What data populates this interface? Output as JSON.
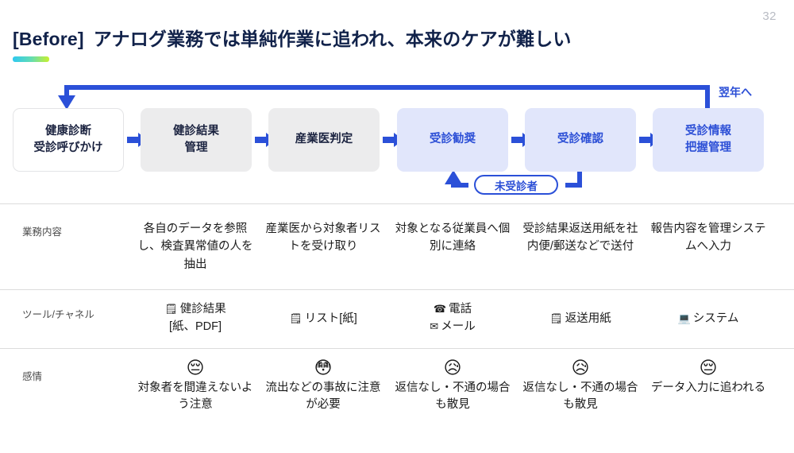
{
  "slide": {
    "page_number": "32",
    "title_tag": "[Before]",
    "title_text": "アナログ業務では単純作業に追われ、本来のケアが難しい",
    "accent_from": "#2ec8f0",
    "accent_to": "#c8f02e"
  },
  "flow": {
    "accent_blue": "#2b50d8",
    "box_blue_fill": "#e1e6fb",
    "box_gray_fill": "#ececed",
    "loop_top_label": "翌年へ",
    "loop_bottom_label": "未受診者",
    "steps": [
      {
        "line1": "健康診断",
        "line2": "受診呼びかけ",
        "style": "white"
      },
      {
        "line1": "健診結果",
        "line2": "管理",
        "style": "gray"
      },
      {
        "line1": "産業医判定",
        "line2": "",
        "style": "gray"
      },
      {
        "line1": "受診勧奨",
        "line2": "",
        "style": "blue"
      },
      {
        "line1": "受診確認",
        "line2": "",
        "style": "blue"
      },
      {
        "line1": "受診情報",
        "line2": "把握管理",
        "style": "blue"
      }
    ]
  },
  "rows": {
    "task": {
      "label": "業務内容",
      "cells": [
        "各自のデータを参照し、検査異常値の人を抽出",
        "産業医から対象者リストを受け取り",
        "対象となる従業員へ個別に連絡",
        "受診結果返送用紙を社内便/郵送などで送付",
        "報告内容を管理システムへ入力"
      ]
    },
    "tool": {
      "label": "ツール/チャネル",
      "cells": [
        {
          "lines": [
            {
              "icon": "document-icon",
              "glyph": "🗒",
              "text": "健診結果"
            },
            {
              "icon": "",
              "glyph": "",
              "text": "[紙、PDF]"
            }
          ]
        },
        {
          "lines": [
            {
              "icon": "document-icon",
              "glyph": "🗒",
              "text": "リスト[紙]"
            }
          ]
        },
        {
          "lines": [
            {
              "icon": "telephone-icon",
              "glyph": "☎",
              "text": "電話"
            },
            {
              "icon": "mail-icon",
              "glyph": "✉",
              "text": "メール"
            }
          ]
        },
        {
          "lines": [
            {
              "icon": "document-icon",
              "glyph": "🗒",
              "text": "返送用紙"
            }
          ]
        },
        {
          "lines": [
            {
              "icon": "computer-icon",
              "glyph": "💻",
              "text": "システム"
            }
          ]
        }
      ]
    },
    "emotion": {
      "label": "感情",
      "cells": [
        {
          "face_icon": "pensive-face-icon",
          "face": "😔",
          "text": "対象者を間違えないよう注意"
        },
        {
          "face_icon": "flushed-face-icon",
          "face": "😳",
          "text": "流出などの事故に注意が必要"
        },
        {
          "face_icon": "sad-sweat-face-icon",
          "face": "😥",
          "text": "返信なし・不通の場合も散見"
        },
        {
          "face_icon": "sad-sweat-face-icon",
          "face": "😥",
          "text": "返信なし・不通の場合も散見"
        },
        {
          "face_icon": "pensive-face-icon",
          "face": "😔",
          "text": "データ入力に追われる"
        }
      ]
    }
  }
}
